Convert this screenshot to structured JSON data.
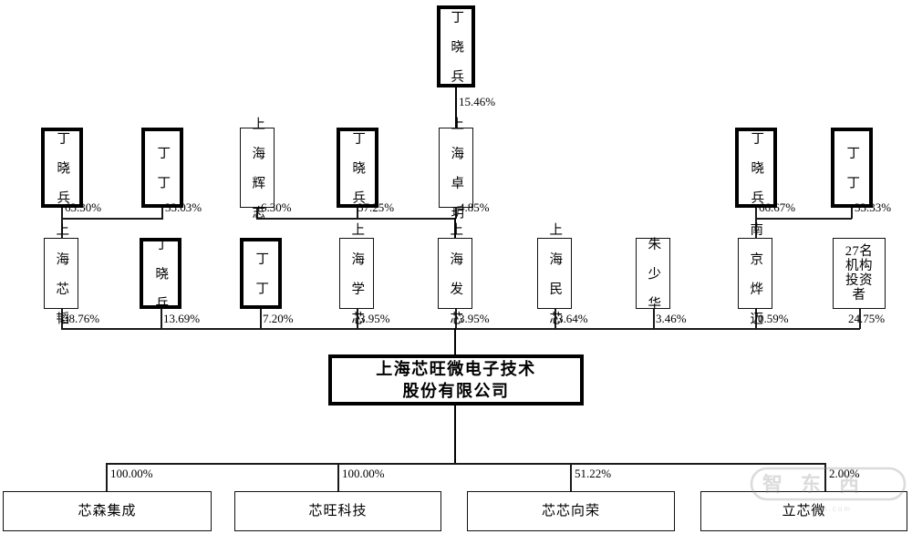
{
  "diagram": {
    "type": "ownership-structure-chart",
    "title_box": {
      "label": "上海芯旺微电子技术\n股份有限公司"
    },
    "top_shareholder": {
      "label": "丁\n晓\n兵",
      "pct": "15.46%"
    },
    "tier2": [
      {
        "id": "t2-dxb-1",
        "label": "丁\n晓\n兵",
        "pct": "63.30%",
        "border": "thick"
      },
      {
        "id": "t2-dd-1",
        "label": "丁\n丁",
        "pct": "33.03%",
        "border": "thick"
      },
      {
        "id": "t2-shhz",
        "label": "上\n海\n辉\n志",
        "pct": "6.30%",
        "border": "thin"
      },
      {
        "id": "t2-dxb-2",
        "label": "丁\n晓\n兵",
        "pct": "37.25%",
        "border": "thick"
      },
      {
        "id": "t2-shzy",
        "label": "上\n海\n卓\n玥",
        "pct": "4.85%",
        "border": "thin"
      },
      {
        "id": "t2-dxb-3",
        "label": "丁\n晓\n兵",
        "pct": "66.67%",
        "border": "thick"
      },
      {
        "id": "t2-dd-2",
        "label": "丁\n丁",
        "pct": "33.33%",
        "border": "thick"
      }
    ],
    "tier3": [
      {
        "id": "t3-shxt",
        "label": "上\n海\n芯\n韬",
        "pct": "38.76%",
        "border": "thin"
      },
      {
        "id": "t3-dxb",
        "label": "丁\n晓\n兵",
        "pct": "13.69%",
        "border": "thick"
      },
      {
        "id": "t3-dd",
        "label": "丁\n丁",
        "pct": "7.20%",
        "border": "thick"
      },
      {
        "id": "t3-shxx",
        "label": "上\n海\n学\n芯",
        "pct": "3.95%",
        "border": "thin"
      },
      {
        "id": "t3-shfx",
        "label": "上\n海\n发\n芯",
        "pct": "3.95%",
        "border": "thin"
      },
      {
        "id": "t3-shmx",
        "label": "上\n海\n民\n芯",
        "pct": "3.64%",
        "border": "thin"
      },
      {
        "id": "t3-zsh",
        "label": "朱\n少\n华",
        "pct": "3.46%",
        "border": "thin"
      },
      {
        "id": "t3-njym",
        "label": "南\n京\n烨\n迈",
        "pct": "0.59%",
        "border": "thin"
      },
      {
        "id": "t3-27",
        "label": "27名\n机构\n投资\n者",
        "pct": "24.75%",
        "border": "thin"
      }
    ],
    "subsidiaries": [
      {
        "id": "sub-xsjc",
        "label": "芯森集成",
        "pct": "100.00%"
      },
      {
        "id": "sub-xwkj",
        "label": "芯旺科技",
        "pct": "100.00%"
      },
      {
        "id": "sub-xxxr",
        "label": "芯芯向荣",
        "pct": "51.22%"
      },
      {
        "id": "sub-lxw",
        "label": "立芯微",
        "pct": "2.00%"
      }
    ],
    "watermark": {
      "text": "智东西",
      "sub": "zhidx.com"
    },
    "colors": {
      "line": "#1a1a1a",
      "box_border": "#111111",
      "background": "#ffffff",
      "text": "#000000"
    }
  }
}
